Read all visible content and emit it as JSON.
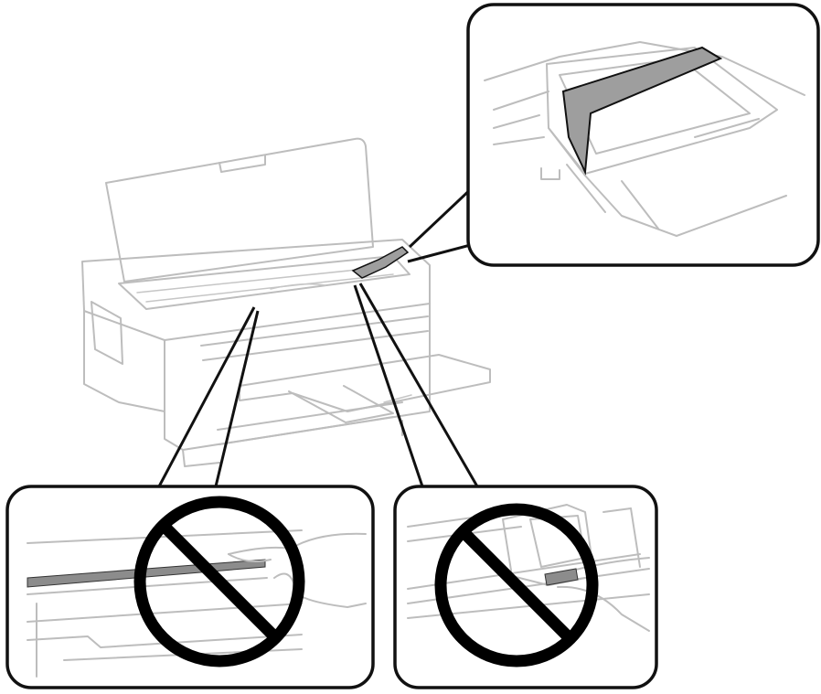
{
  "colors": {
    "outline": "#111111",
    "drawing": "#bdbdbd",
    "tape": "#9e9e9e",
    "prohibition": "#000000",
    "background": "#ffffff"
  },
  "icons": [
    "printer",
    "tape",
    "hand",
    "prohibition-sign"
  ]
}
